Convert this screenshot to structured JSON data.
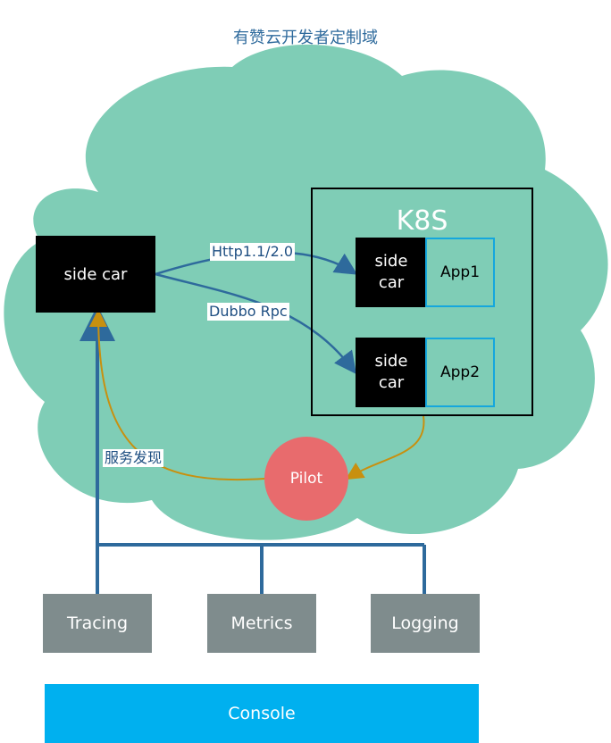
{
  "diagram": {
    "title": "有赞云开发者定制域",
    "sidecar_main": "side car",
    "k8s_title": "K8S",
    "pods": [
      {
        "sidecar": "side\ncar",
        "app": "App1"
      },
      {
        "sidecar": "side\ncar",
        "app": "App2"
      }
    ],
    "edge_labels": {
      "http": "Http1.1/2.0",
      "dubbo": "Dubbo Rpc",
      "discovery": "服务发现"
    },
    "pilot": "Pilot",
    "tools": [
      "Tracing",
      "Metrics",
      "Logging"
    ],
    "console": "Console",
    "colors": {
      "cloud": "#7fcdb6",
      "arrow_blue": "#2e6a9c",
      "arrow_gold": "#c8900f",
      "tool_bg": "#7f8c8d",
      "console_bg": "#00b0ef",
      "pilot_bg": "#e86b6d",
      "app_border": "#15a7dd"
    }
  }
}
